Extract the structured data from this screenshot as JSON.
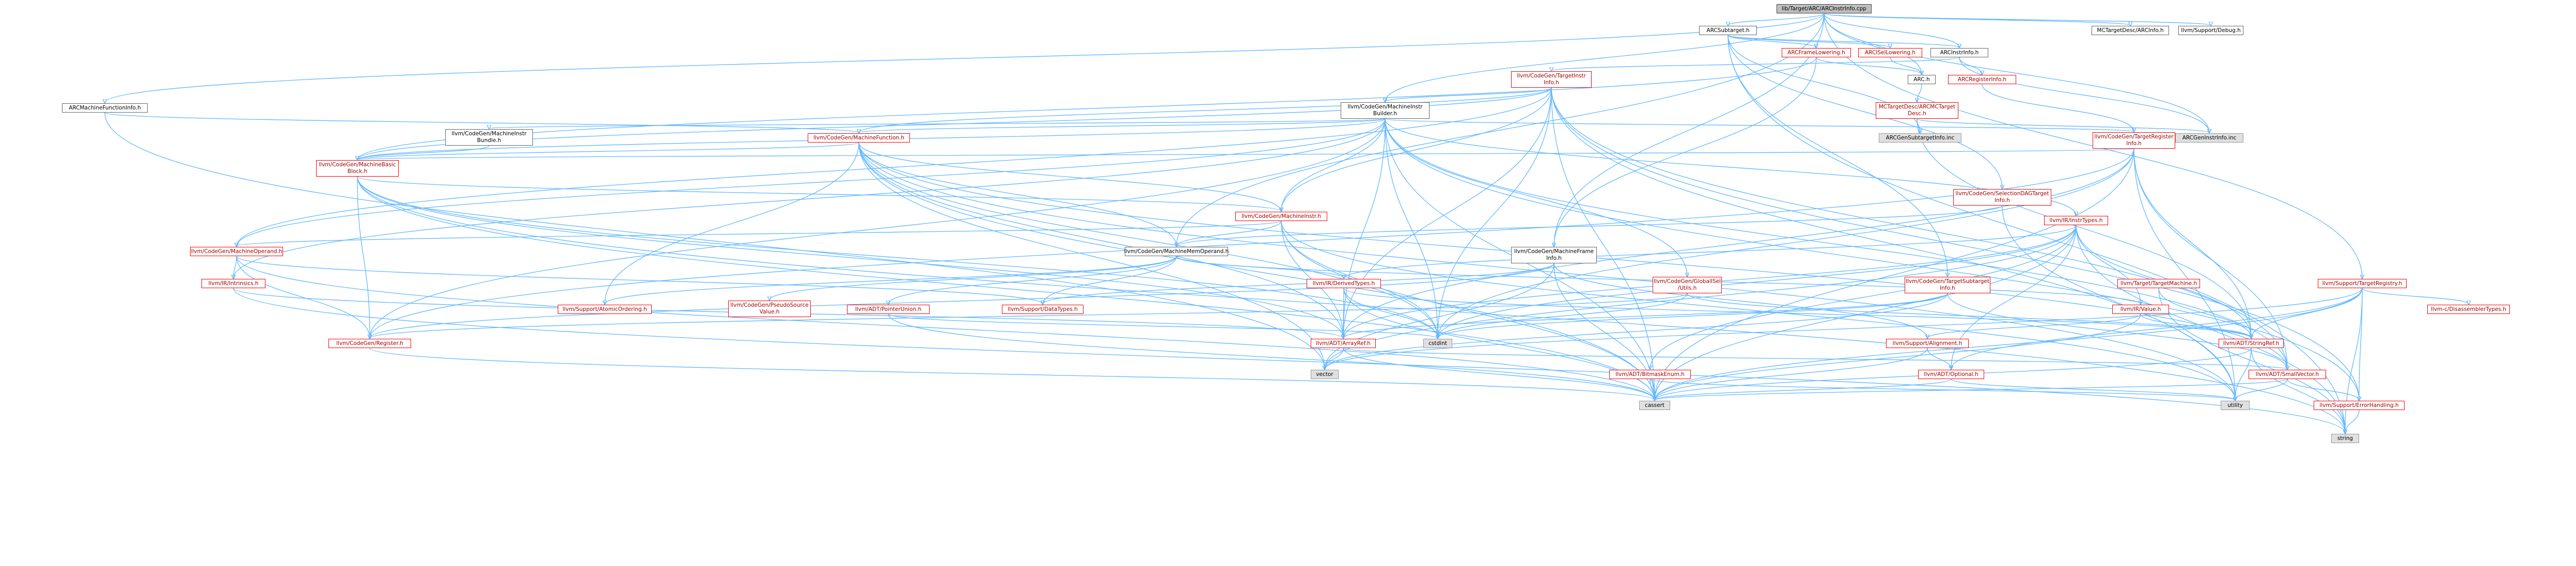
{
  "colors": {
    "edge": "#63b8ff",
    "node_border": "#666666",
    "focus_fill": "#bfbfbf",
    "truncated_border": "#ff0000",
    "system_fill": "#e0e0e0"
  },
  "nodes": {
    "root": "lib/Target/ARC/ARCInstrInfo.cpp",
    "subtarget": "ARCSubtarget.h",
    "mctargetdesc_info": "MCTargetDesc/ARCInfo.h",
    "support_debug": "llvm/Support/Debug.h",
    "machinefunctioninfo": "ARCMachineFunctionInfo.h",
    "framelowering": "ARCFrameLowering.h",
    "isellowering": "ARCISelLowering.h",
    "instrinfo": "ARCInstrInfo.h",
    "arc": "ARC.h",
    "registerinfo": "ARCRegisterInfo.h",
    "targetinstrinfo": "llvm/CodeGen/TargetInstr\nInfo.h",
    "mi_builder": "llvm/CodeGen/MachineInstr\nBuilder.h",
    "mi_bundle": "llvm/CodeGen/MachineInstr\nBundle.h",
    "mcdesc_arc": "MCTargetDesc/ARCMCTarget\nDesc.h",
    "gen_subtarget": "ARCGenSubtargetInfo.inc",
    "gen_instr": "ARCGenInstrInfo.inc",
    "machinefunction": "llvm/CodeGen/MachineFunction.h",
    "target_reginfo": "llvm/CodeGen/TargetRegister\nInfo.h",
    "mbb": "llvm/CodeGen/MachineBasic\nBlock.h",
    "selectiondag_info": "llvm/CodeGen/SelectionDAGTarget\nInfo.h",
    "machineinstr": "llvm/CodeGen/MachineInstr.h",
    "intrinsictypes": "llvm/IR/InstrTypes.h",
    "target_registry": "llvm/Support/TargetRegistry.h",
    "machineoperand": "llvm/CodeGen/MachineOperand.h",
    "memoperand": "llvm/CodeGen/MachineMemOperand.h",
    "framelnfo": "llvm/CodeGen/MachineFrame\nInfo.h",
    "target_subtarget": "llvm/CodeGen/TargetSubtarget\nInfo.h",
    "target_machine": "llvm/Target/TargetMachine.h",
    "mc_disassembler": "llvm-c/DisassemblerTypes.h",
    "intrinsics": "llvm/IR/Intrinsics.h",
    "atomic_ordering": "llvm/Support/AtomicOrdering.h",
    "pseudosource": "llvm/CodeGen/PseudoSource\nValue.h",
    "pointerunion": "llvm/ADT/PointerUnion.h",
    "datatypes": "llvm/Support/DataTypes.h",
    "derivedtypes": "llvm/IR/DerivedTypes.h",
    "globalisel_utils": "llvm/CodeGen/GlobalISel\n/Utils.h",
    "ir_value": "llvm/IR/Value.h",
    "codegen_register": "llvm/CodeGen/Register.h",
    "arrayref": "llvm/ADT/ArrayRef.h",
    "cstdint": "cstdint",
    "support_alignment": "llvm/Support/Alignment.h",
    "stringref": "llvm/ADT/StringRef.h",
    "vector": "vector",
    "bitmaskenum": "llvm/ADT/BitmaskEnum.h",
    "optional": "llvm/ADT/Optional.h",
    "smallvector": "llvm/ADT/SmallVector.h",
    "cassert": "cassert",
    "utility": "utility",
    "errorhandling": "llvm/Support/ErrorHandling.h",
    "string": "string"
  }
}
